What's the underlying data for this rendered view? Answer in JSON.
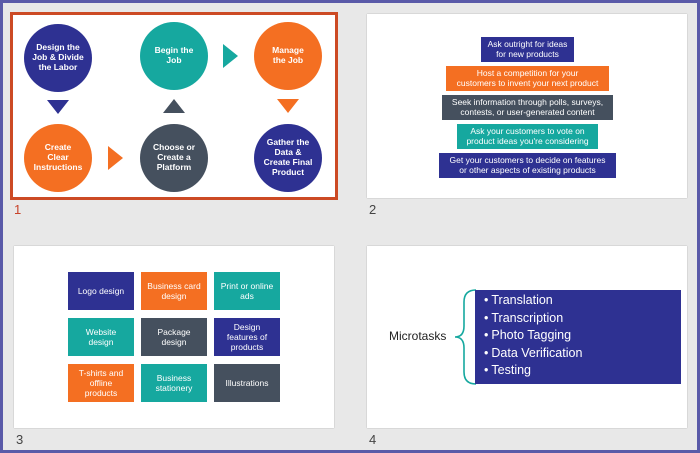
{
  "slides": [
    {
      "number": "1",
      "selected": true
    },
    {
      "number": "2",
      "selected": false
    },
    {
      "number": "3",
      "selected": false
    },
    {
      "number": "4",
      "selected": false
    }
  ],
  "slide1": {
    "design": "Design the\nJob & Divide\nthe Labor",
    "begin": "Begin the\nJob",
    "manage": "Manage\nthe Job",
    "create": "Create\nClear\nInstructions",
    "choose": "Choose or\nCreate a\nPlatform",
    "gather": "Gather the\nData &\nCreate Final\nProduct"
  },
  "slide2": {
    "items": [
      "Ask outright for ideas\nfor new products",
      "Host a competition for your\ncustomers to invent your next product",
      "Seek information through polls, surveys,\ncontests, or user-generated content",
      "Ask your customers to vote on\nproduct ideas you're considering",
      "Get your customers to decide on features\nor other aspects of existing products"
    ]
  },
  "slide3": {
    "tiles": [
      "Logo design",
      "Business card\ndesign",
      "Print or online\nads",
      "Website\ndesign",
      "Package\ndesign",
      "Design\nfeatures of\nproducts",
      "T-shirts and\noffline\nproducts",
      "Business\nstationery",
      "Illustrations"
    ]
  },
  "slide4": {
    "label": "Microtasks",
    "items": [
      "Translation",
      "Transcription",
      "Photo Tagging",
      "Data Verification",
      "Testing"
    ]
  },
  "colors": {
    "navy": "#2e3192",
    "teal": "#16a89f",
    "orange": "#f46f22",
    "slate": "#45505e",
    "selection": "#cc4a24"
  }
}
